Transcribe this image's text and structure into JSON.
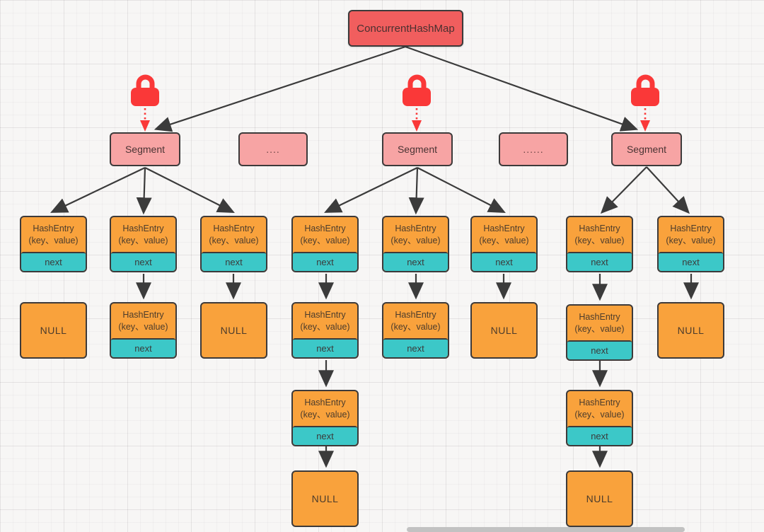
{
  "root_label": "ConcurrentHashMap",
  "segments": [
    {
      "label": "Segment"
    },
    {
      "label": "...."
    },
    {
      "label": "Segment"
    },
    {
      "label": "......"
    },
    {
      "label": "Segment"
    }
  ],
  "labels": {
    "entry_title": "HashEntry",
    "entry_subtitle": "(key、value)",
    "next": "next",
    "null": "NULL"
  },
  "colors": {
    "root_fill": "#F15E5E",
    "segment_fill": "#F7A4A4",
    "entry_fill": "#F9A23C",
    "next_fill": "#3CC8C8",
    "lock_red": "#FA3838",
    "border": "#3D3A3A",
    "arrow": "#3B3B3B",
    "scrollbar": "#C2C2C2"
  },
  "structure": {
    "root": "ConcurrentHashMap",
    "locked_segments": [
      "Segment",
      "Segment",
      "Segment"
    ],
    "ellipsis_between_segments": [
      "....",
      "......"
    ],
    "segment_chains": [
      {
        "segment": "Segment",
        "chains": [
          [
            "HashEntry"
          ],
          [
            "HashEntry",
            "HashEntry"
          ],
          [
            "HashEntry",
            "NULL"
          ]
        ],
        "note": "first chain: HashEntry with NULL box below but no arrow"
      },
      {
        "segment": "Segment",
        "chains": [
          [
            "HashEntry",
            "HashEntry",
            "HashEntry",
            "NULL"
          ],
          [
            "HashEntry",
            "HashEntry"
          ],
          [
            "HashEntry",
            "NULL"
          ]
        ]
      },
      {
        "segment": "Segment",
        "chains": [
          [
            "HashEntry",
            "HashEntry",
            "HashEntry",
            "NULL"
          ],
          [
            "HashEntry",
            "NULL"
          ]
        ]
      }
    ]
  }
}
